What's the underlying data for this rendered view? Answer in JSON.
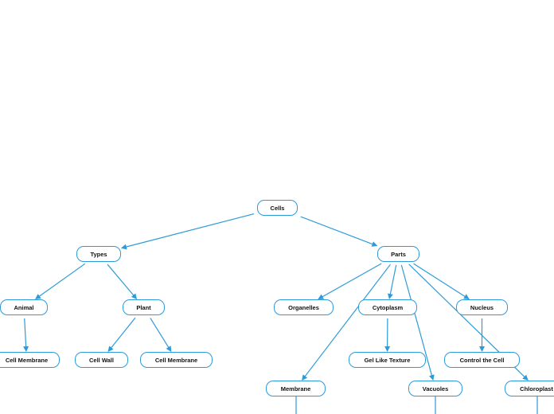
{
  "mindmap": {
    "line_color": "#2d9bd9",
    "nodes": [
      {
        "id": "cells",
        "label": "Cells"
      },
      {
        "id": "types",
        "label": "Types"
      },
      {
        "id": "parts",
        "label": "Parts"
      },
      {
        "id": "animal",
        "label": "Animal"
      },
      {
        "id": "plant",
        "label": "Plant"
      },
      {
        "id": "animal-cell-membrane",
        "label": "Cell Membrane"
      },
      {
        "id": "cell-wall",
        "label": "Cell Wall"
      },
      {
        "id": "plant-cell-membrane",
        "label": "Cell Membrane"
      },
      {
        "id": "organelles",
        "label": "Organelles"
      },
      {
        "id": "cytoplasm",
        "label": "Cytoplasm"
      },
      {
        "id": "nucleus",
        "label": "Nucleus"
      },
      {
        "id": "gel-like-texture",
        "label": "Gel Like Texture"
      },
      {
        "id": "control-the-cell",
        "label": "Control the Cell"
      },
      {
        "id": "membrane",
        "label": "Membrane"
      },
      {
        "id": "vacuoles",
        "label": "Vacuoles"
      },
      {
        "id": "chloroplast",
        "label": "Chloroplast"
      }
    ],
    "edges": [
      {
        "from": "cells",
        "to": "types"
      },
      {
        "from": "cells",
        "to": "parts"
      },
      {
        "from": "types",
        "to": "animal"
      },
      {
        "from": "types",
        "to": "plant"
      },
      {
        "from": "animal",
        "to": "animal-cell-membrane"
      },
      {
        "from": "plant",
        "to": "cell-wall"
      },
      {
        "from": "plant",
        "to": "plant-cell-membrane"
      },
      {
        "from": "parts",
        "to": "organelles"
      },
      {
        "from": "parts",
        "to": "cytoplasm"
      },
      {
        "from": "parts",
        "to": "nucleus"
      },
      {
        "from": "parts",
        "to": "membrane"
      },
      {
        "from": "parts",
        "to": "vacuoles"
      },
      {
        "from": "parts",
        "to": "chloroplast"
      },
      {
        "from": "cytoplasm",
        "to": "gel-like-texture"
      },
      {
        "from": "nucleus",
        "to": "control-the-cell"
      }
    ]
  }
}
